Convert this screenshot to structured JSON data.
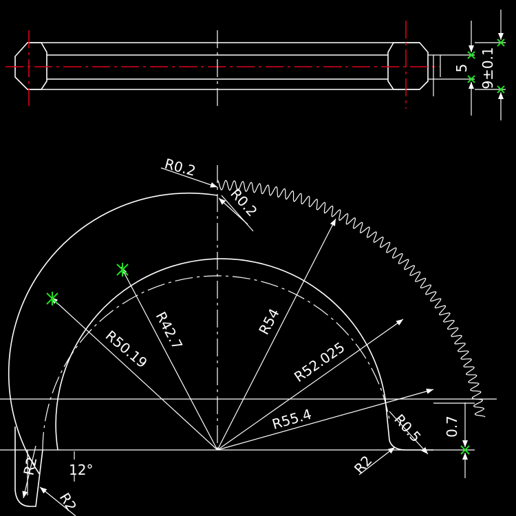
{
  "colors": {
    "background": "#000000",
    "geometry": "#ffffff",
    "centerline": "#e0001a",
    "markers": "#22dd22"
  },
  "labels": {
    "d_5": "5",
    "d_9": "9±0.1",
    "r_02_top": "R0.2",
    "r_02_inner": "R0.2",
    "r_42_7": "R42.7",
    "r_50_19": "R50.19",
    "r_54": "R54",
    "r_52_025": "R52.025",
    "r_55_4": "R55.4",
    "r_0_5": "R0.5",
    "d_0_7": "0.7",
    "r_2_left": "R2",
    "r_2_bottom": "R2",
    "r_2_right": "R2",
    "angle_12": "12°"
  }
}
